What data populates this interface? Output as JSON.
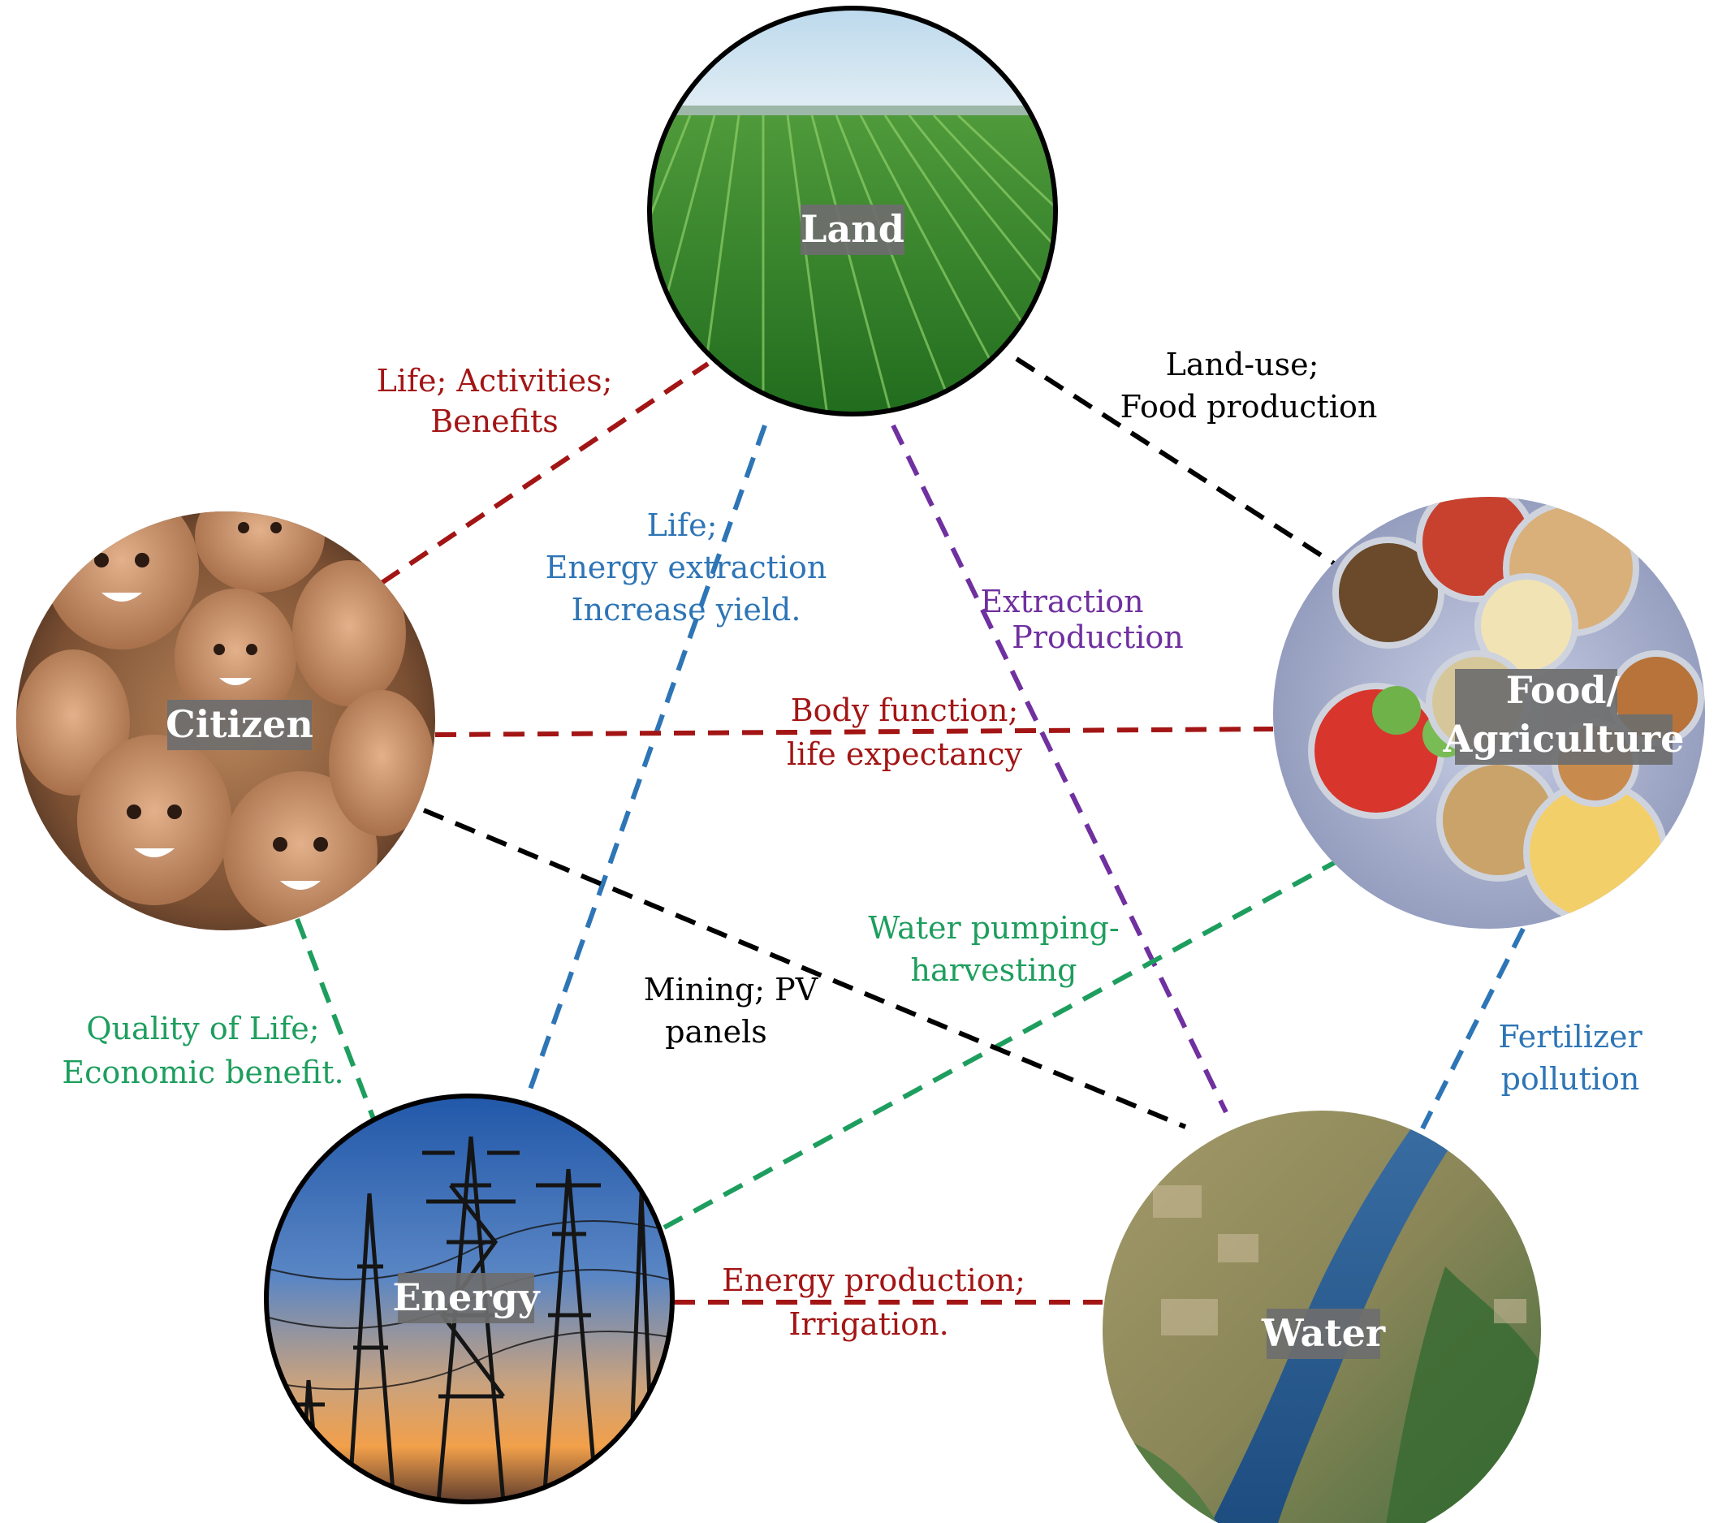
{
  "nodes": {
    "land": "Land",
    "citizen": "Citizen",
    "food_line1": "Food/",
    "food_line2": "Agriculture",
    "energy": "Energy",
    "water": "Water"
  },
  "links": {
    "citizen_land": {
      "line1": "Life; Activities;",
      "line2": "Benefits",
      "color": "#a31515"
    },
    "land_food": {
      "line1": "Land-use;",
      "line2": "Food production",
      "color": "#000000"
    },
    "land_energy": {
      "line1": "Life;",
      "line2": "Energy extraction",
      "line3": "Increase yield.",
      "color": "#2e75b6"
    },
    "land_water": {
      "line1": "Extraction",
      "line2": "Production",
      "color": "#7030a0"
    },
    "citizen_food": {
      "line1": "Body function;",
      "line2": "life expectancy",
      "color": "#a31515"
    },
    "food_energy": {
      "line1": "Water pumping-",
      "line2": "harvesting",
      "color": "#1e9e5e"
    },
    "citizen_water": {
      "line1": "Mining; PV",
      "line2": "panels",
      "color": "#000000"
    },
    "citizen_energy": {
      "line1": "Quality of Life;",
      "line2": "Economic benefit.",
      "color": "#1e9e5e"
    },
    "food_water": {
      "line1": "Fertilizer",
      "line2": "pollution",
      "color": "#2e75b6"
    },
    "energy_water": {
      "line1": "Energy production;",
      "line2": "Irrigation.",
      "color": "#a31515"
    }
  }
}
